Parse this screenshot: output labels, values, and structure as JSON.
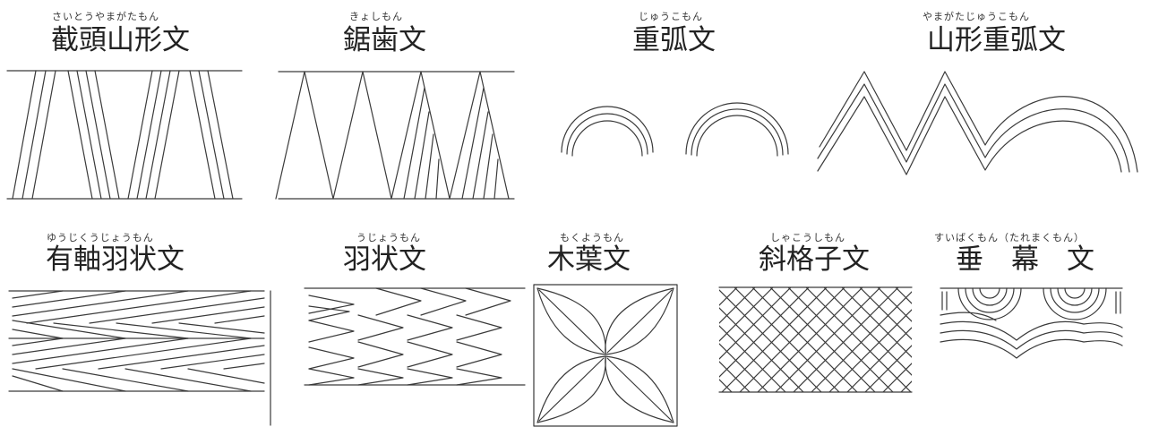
{
  "patterns": [
    {
      "name": "截頭山形文",
      "reading": "さいとうやまがたもん"
    },
    {
      "name": "鋸歯文",
      "reading": "きょしもん"
    },
    {
      "name": "重弧文",
      "reading": "じゅうこもん"
    },
    {
      "name": "山形重弧文",
      "reading": "やまがたじゅうこもん"
    },
    {
      "name": "有軸羽状文",
      "reading": "ゆうじくうじょうもん"
    },
    {
      "name": "羽状文",
      "reading": "うじょうもん"
    },
    {
      "name": "木葉文",
      "reading": "もくようもん"
    },
    {
      "name": "斜格子文",
      "reading": "しゃこうしもん"
    },
    {
      "name": "垂　幕　文",
      "reading": "すいばくもん（たれまくもん）"
    }
  ]
}
